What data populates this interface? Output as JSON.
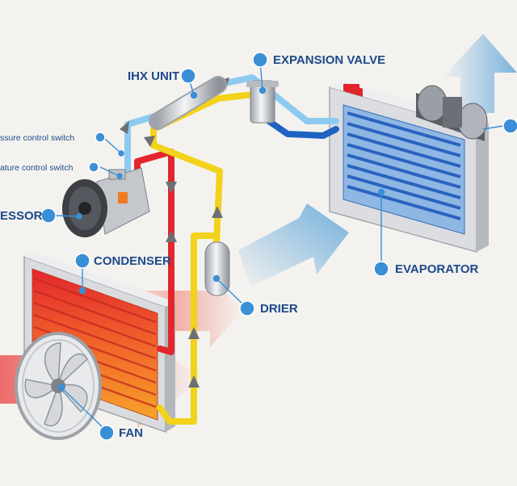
{
  "labels": {
    "ihx_unit": "IHX UNIT",
    "expansion_valve": "EXPANSION VALVE",
    "pressure_switch": "ssure control switch",
    "temperature_switch": "ature control switch",
    "compressor": "ESSOR",
    "condenser": "CONDENSER",
    "drier": "DRIER",
    "evaporator": "EVAPORATOR",
    "fan": "FAN"
  },
  "colors": {
    "background": "#f4f2ef",
    "label_text": "#1d4a8a",
    "marker": "#3a8fd6",
    "hot_line": "#e3262e",
    "warm_line": "#f2d21a",
    "cold_line": "#1f63c2",
    "cool_line": "#8ccbef",
    "airflow_hot": "#e9403f",
    "airflow_cold": "#5aa3d9"
  }
}
